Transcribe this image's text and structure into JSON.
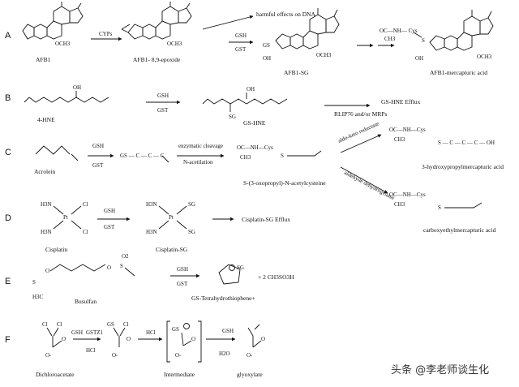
{
  "rows": {
    "A": {
      "letter": "A",
      "afb1": "AFB1",
      "cyps": "CYPs",
      "epoxide": "AFB1- 8,9-epoxide",
      "dna": "harmful effects on DNA",
      "gsh": "GSH",
      "gst": "GST",
      "afb1_sg": "AFB1-SG",
      "merc": "AFB1-mercapturic acid",
      "och3": "OCH3",
      "gs": "GS",
      "oh": "OH",
      "ocnh": "OC—NH— Cys",
      "ch3": "CH3",
      "s": "S"
    },
    "B": {
      "letter": "B",
      "oh": "OH",
      "gsh": "GSH",
      "gst": "GST",
      "hne": "4-HNE",
      "sg": "SG",
      "gs_hne": "GS-HNE",
      "efflux": "GS-HNE Efflux",
      "rlip": "RLIP76 and/or MRPs"
    },
    "C": {
      "letter": "C",
      "acrolein": "Acrolein",
      "gsh": "GSH",
      "gst": "GST",
      "gs_chain": "GS — C — C — C",
      "enz": "enzymatic cleavage",
      "nacet": "N-acetilation",
      "ocnh": "OC—NH—Cys",
      "ch3": "CH3",
      "s": "S",
      "oxo": "S-(3-oxopropyl)-N-acetylcysteine",
      "aldo": "aldo-keto reductase",
      "aldh": "aldehyde dehydrogenase",
      "chain_oh": "S — C — C — C — OH",
      "hydroxy": "3-hydroxypropylmercapturic acid",
      "carboxy": "carboxyethylmercapturic acid"
    },
    "D": {
      "letter": "D",
      "h3n": "H3N",
      "cl": "Cl",
      "pt": "Pt",
      "gsh": "GSH",
      "gst": "GST",
      "sg": "SG",
      "cisplatin": "Cisplatin",
      "cis_sg": "Cisplatin-SG",
      "efflux": "Cisplatin-SG Efflux"
    },
    "E": {
      "letter": "E",
      "o2": "O2",
      "s": "S",
      "o": "O",
      "h3c": "H3C",
      "busulfan": "Busulfan",
      "gsh": "GSH",
      "gst": "GST",
      "sg": "SG",
      "plus": "+ 2 CH3SO3H",
      "thio": "GS-Tetrahydrothiophene+"
    },
    "F": {
      "letter": "F",
      "cl": "Cl",
      "gsh": "GSH",
      "gstz1": "GSTZ1",
      "hcl": "HCl",
      "gs": "GS",
      "o": "O",
      "ominus": "O-",
      "h2o": "H2O",
      "dca": "Dichloroacetate",
      "intermediate": "Intermediate",
      "glyoxylate": "glyoxylate"
    }
  },
  "watermark": "头条 @李老师谈生化"
}
